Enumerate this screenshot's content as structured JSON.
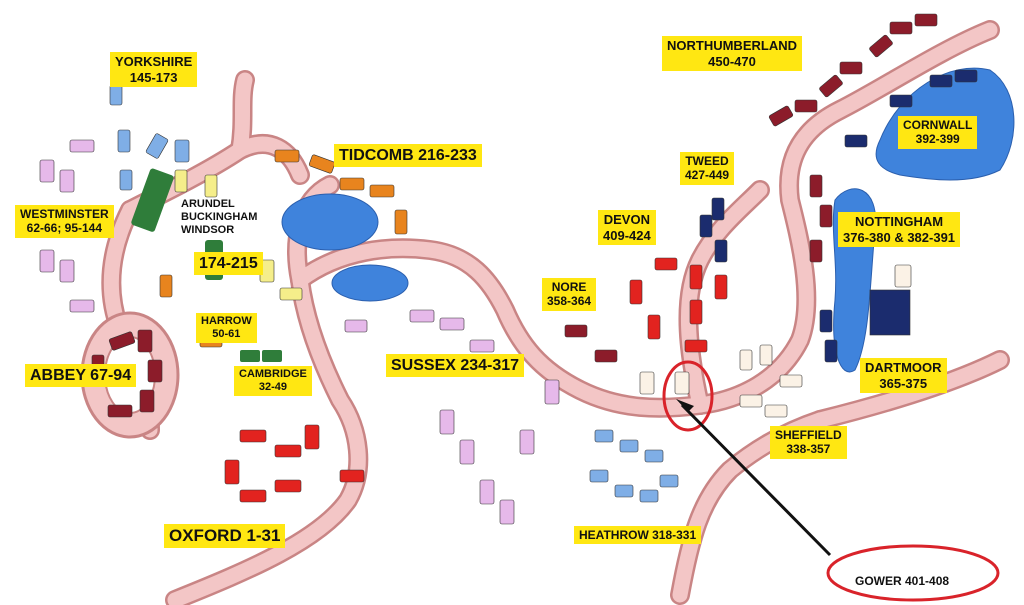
{
  "map": {
    "areas": [
      {
        "id": "yorkshire",
        "name": "YORKSHIRE",
        "range": "145-173"
      },
      {
        "id": "tidcomb",
        "name": "TIDCOMB 216-233"
      },
      {
        "id": "westminster",
        "name": "WESTMINSTER",
        "range": "62-66; 95-144"
      },
      {
        "id": "arundel",
        "lines": [
          "ARUNDEL",
          "BUCKINGHAM",
          "WINDSOR"
        ],
        "range": "174-215"
      },
      {
        "id": "harrow",
        "name": "HARROW",
        "range": "50-61"
      },
      {
        "id": "abbey",
        "name": "ABBEY 67-94"
      },
      {
        "id": "cambridge",
        "name": "CAMBRIDGE",
        "range": "32-49"
      },
      {
        "id": "oxford",
        "name": "OXFORD 1-31"
      },
      {
        "id": "sussex",
        "name": "SUSSEX 234-317"
      },
      {
        "id": "nore",
        "name": "NORE",
        "range": "358-364"
      },
      {
        "id": "devon",
        "name": "DEVON",
        "range": "409-424"
      },
      {
        "id": "tweed",
        "name": "TWEED",
        "range": "427-449"
      },
      {
        "id": "northumberland",
        "name": "NORTHUMBERLAND",
        "range": "450-470"
      },
      {
        "id": "cornwall",
        "name": "CORNWALL",
        "range": "392-399"
      },
      {
        "id": "nottingham",
        "name": "NOTTINGHAM",
        "range": "376-380 & 382-391"
      },
      {
        "id": "dartmoor",
        "name": "DARTMOOR",
        "range": "365-375"
      },
      {
        "id": "sheffield",
        "name": "SHEFFIELD",
        "range": "338-357"
      },
      {
        "id": "heathrow",
        "name": "HEATHROW 318-331"
      }
    ],
    "callout": {
      "text": "GOWER 401-408"
    },
    "colors": {
      "road": "#f2c2c2",
      "road_edge": "#c98585",
      "water": "#3f83dc",
      "label_bg": "#ffe712",
      "highlight": "#d9232a",
      "arrow": "#111111"
    }
  }
}
